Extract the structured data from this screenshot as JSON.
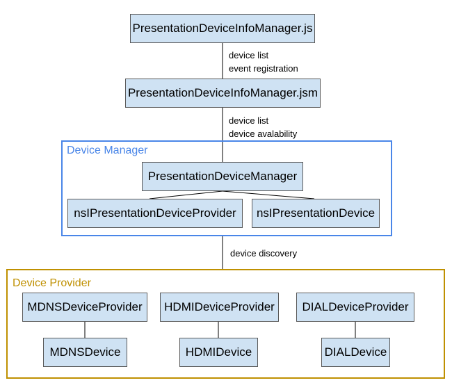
{
  "nodes": {
    "info_manager_js": "PresentationDeviceInfoManager.js",
    "info_manager_jsm": "PresentationDeviceInfoManager.jsm",
    "device_manager": "PresentationDeviceManager",
    "device_provider_iface": "nsIPresentationDeviceProvider",
    "device_iface": "nsIPresentationDevice",
    "mdns_provider": "MDNSDeviceProvider",
    "mdns_device": "MDNSDevice",
    "hdmi_provider": "HDMIDeviceProvider",
    "hdmi_device": "HDMIDevice",
    "dial_provider": "DIALDeviceProvider",
    "dial_device": "DIALDevice"
  },
  "groups": {
    "device_manager": {
      "label": "Device Manager",
      "color": "#4a86e8"
    },
    "device_provider": {
      "label": "Device Provider",
      "color": "#bf9000"
    }
  },
  "edge_labels": {
    "js_to_jsm": [
      "device list",
      "event registration"
    ],
    "jsm_to_manager": [
      "device list",
      "device avalability"
    ],
    "manager_to_provider": [
      "device discovery"
    ]
  }
}
